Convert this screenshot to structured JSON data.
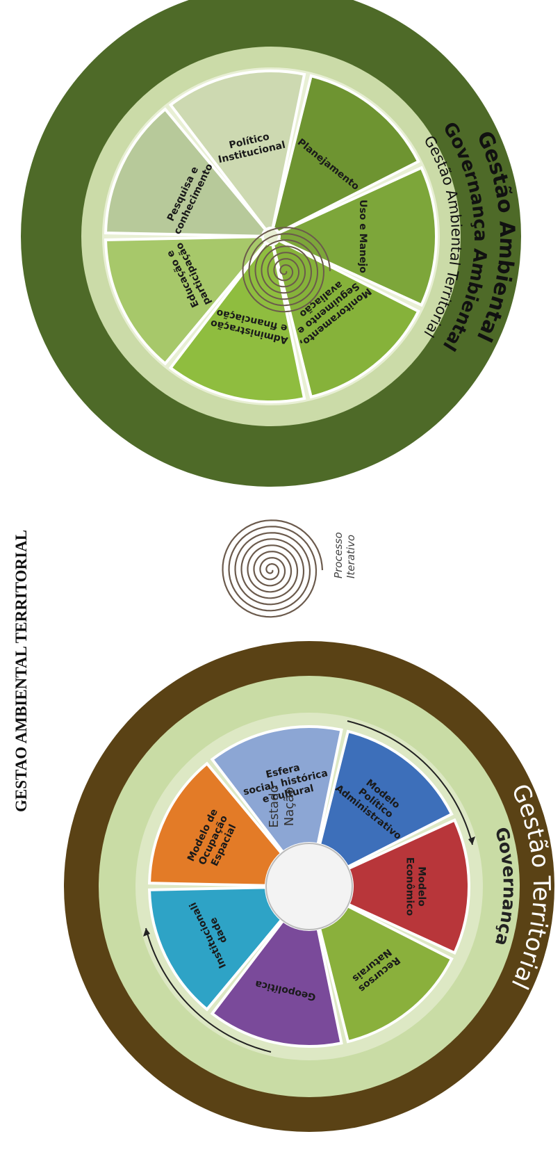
{
  "title": "GESTAO AMBIENTAL TERRITORIAL",
  "process_label": [
    "Processo",
    "Iterativo"
  ],
  "colors": {
    "ambiental_outer": "#4e6a28",
    "ambiental_band": "#cbdba8",
    "ambiental_inner": "#e8efd4",
    "territorial_outer": "#5a4215",
    "territorial_band": "#c9dca5",
    "spiral": "#6b5a4c"
  },
  "ambiental": {
    "outer_label": "Gestão Ambiental",
    "middle_label": "Governança Ambiental",
    "inner_label": "Gestão Ambiental Territorial",
    "sectors": [
      {
        "label": [
          "Uso e Manejo"
        ],
        "color": "#7da63a"
      },
      {
        "label": [
          "Monitoramento,",
          "Seguimento e",
          "avaliação"
        ],
        "color": "#86b23a"
      },
      {
        "label": [
          "Administração",
          "e financiação"
        ],
        "color": "#8fbd3f"
      },
      {
        "label": [
          "Educação e",
          "participação"
        ],
        "color": "#a7c86a"
      },
      {
        "label": [
          "Pesquisa e",
          "conhecimento"
        ],
        "color": "#b7c99a"
      },
      {
        "label": [
          "Político",
          "Institucional"
        ],
        "color": "#cdd9b1"
      },
      {
        "label": [
          "Planejamento"
        ],
        "color": "#6e9431"
      }
    ]
  },
  "territorial": {
    "outer_label": "Gestão Territorial",
    "middle_label": "Governança",
    "center_label": [
      "Estado",
      "Nação"
    ],
    "sectors": [
      {
        "label": [
          "Modelo",
          "Econômico"
        ],
        "color": "#b8363a"
      },
      {
        "label": [
          "Recursos",
          "Naturais"
        ],
        "color": "#8ab03c"
      },
      {
        "label": [
          "Geopolítica"
        ],
        "color": "#7a4a9a"
      },
      {
        "label": [
          "Institucionali",
          "dade"
        ],
        "color": "#2ea3c6"
      },
      {
        "label": [
          "Modelo de",
          "Ocupação",
          "Espacial"
        ],
        "color": "#e37b27"
      },
      {
        "label": [
          "Esfera",
          "social, histórica",
          "e cultural"
        ],
        "color": "#8ca6d4"
      },
      {
        "label": [
          "Modelo",
          "Político",
          "Administrativo"
        ],
        "color": "#3d6fba"
      }
    ]
  }
}
